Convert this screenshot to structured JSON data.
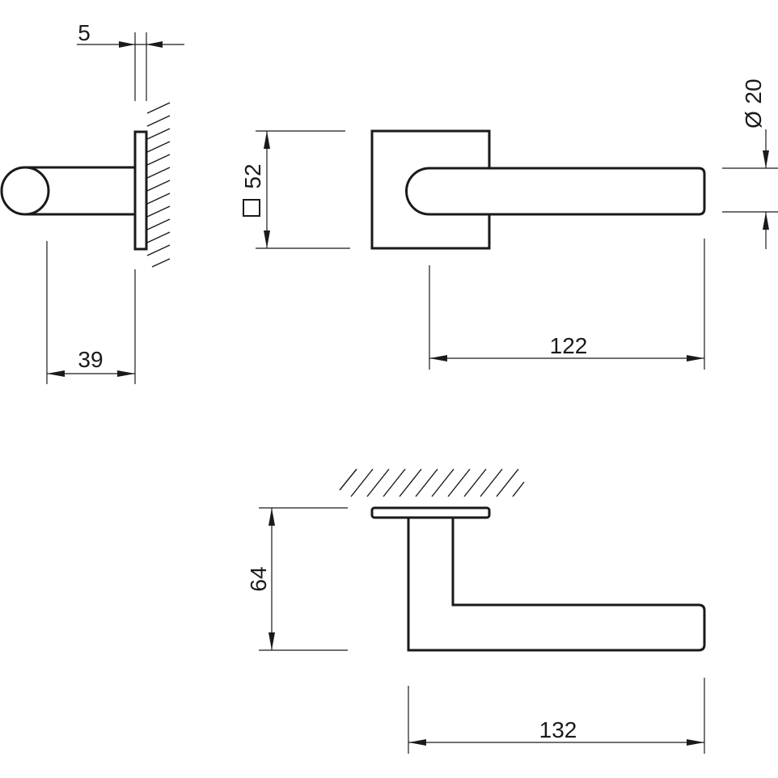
{
  "dimensions": {
    "rose_thickness": "5",
    "handle_projection": "39",
    "rose_size": "52",
    "rose_size_symbol": "square",
    "handle_length_front": "122",
    "grip_diameter": "20",
    "grip_diameter_symbol": "Ø",
    "handle_height": "64",
    "handle_length_top": "132"
  },
  "colors": {
    "line": "#1a1a1a",
    "background": "#ffffff"
  }
}
